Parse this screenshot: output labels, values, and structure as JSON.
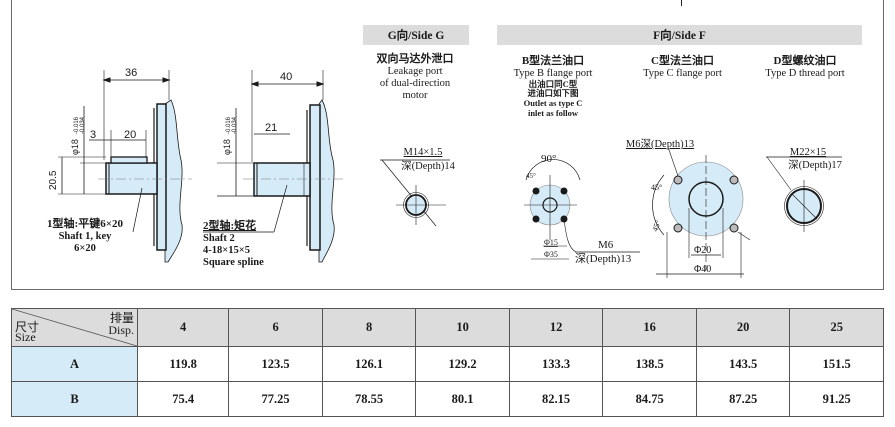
{
  "shaft1": {
    "dim_length": "36",
    "dim_key_offset": "3",
    "dim_key_length": "20",
    "dim_height": "20.5",
    "dim_diameter": "φ18",
    "tolerance_upper": "-0.016",
    "tolerance_lower": "-0.034",
    "label_cn": "1型轴:平键6×20",
    "label_en": "Shaft 1, key",
    "label_en2": "6×20"
  },
  "shaft2": {
    "dim_length": "40",
    "dim_spline_length": "21",
    "dim_diameter": "φ18",
    "tolerance_upper": "-0.016",
    "tolerance_lower": "-0.034",
    "label_cn": "2型轴:矩花",
    "label_en": "Shaft 2",
    "label_spec": "4-18×15×5",
    "label_en2": "Square spline"
  },
  "side_g": {
    "header": "G向/Side G",
    "title_cn": "双向马达外泄口",
    "title_en1": "Leakage port",
    "title_en2": "of dual-direction",
    "title_en3": "motor",
    "thread": "M14×1.5",
    "depth": "深(Depth)14"
  },
  "side_f": {
    "header": "F向/Side F",
    "type_b": {
      "title_cn": "B型法兰油口",
      "title_en": "Type B flange port",
      "note_cn1": "出油口同C型",
      "note_cn2": "进油口如下图",
      "note_en1": "Outlet as type C",
      "note_en2": "inlet as follow",
      "angle": "90°",
      "angle_small": "45°",
      "dim_inner": "Φ15",
      "dim_outer": "Φ35",
      "thread": "M6",
      "depth": "深(Depth)13"
    },
    "type_c": {
      "title_cn": "C型法兰油口",
      "title_en": "Type C flange port",
      "thread_depth": "M6深(Depth)13",
      "angle1": "45°",
      "angle2": "45°",
      "dim_inner": "Φ20",
      "dim_outer": "Φ40"
    },
    "type_d": {
      "title_cn": "D型螺纹油口",
      "title_en": "Type D thread port",
      "thread": "M22×15",
      "depth": "深(Depth)17"
    }
  },
  "table": {
    "corner": {
      "size_cn": "尺寸",
      "size_en": "Size",
      "disp_cn": "排量",
      "disp_en": "Disp."
    },
    "columns": [
      "4",
      "6",
      "8",
      "10",
      "12",
      "16",
      "20",
      "25"
    ],
    "rows": [
      {
        "label": "A",
        "values": [
          "119.8",
          "123.5",
          "126.1",
          "129.2",
          "133.3",
          "138.5",
          "143.5",
          "151.5"
        ]
      },
      {
        "label": "B",
        "values": [
          "75.4",
          "77.25",
          "78.55",
          "80.1",
          "82.15",
          "84.75",
          "87.25",
          "91.25"
        ]
      }
    ]
  },
  "colors": {
    "part_fill": "#d6ebf8",
    "header_fill": "#dcdcdc",
    "line": "#1a1a1a"
  }
}
